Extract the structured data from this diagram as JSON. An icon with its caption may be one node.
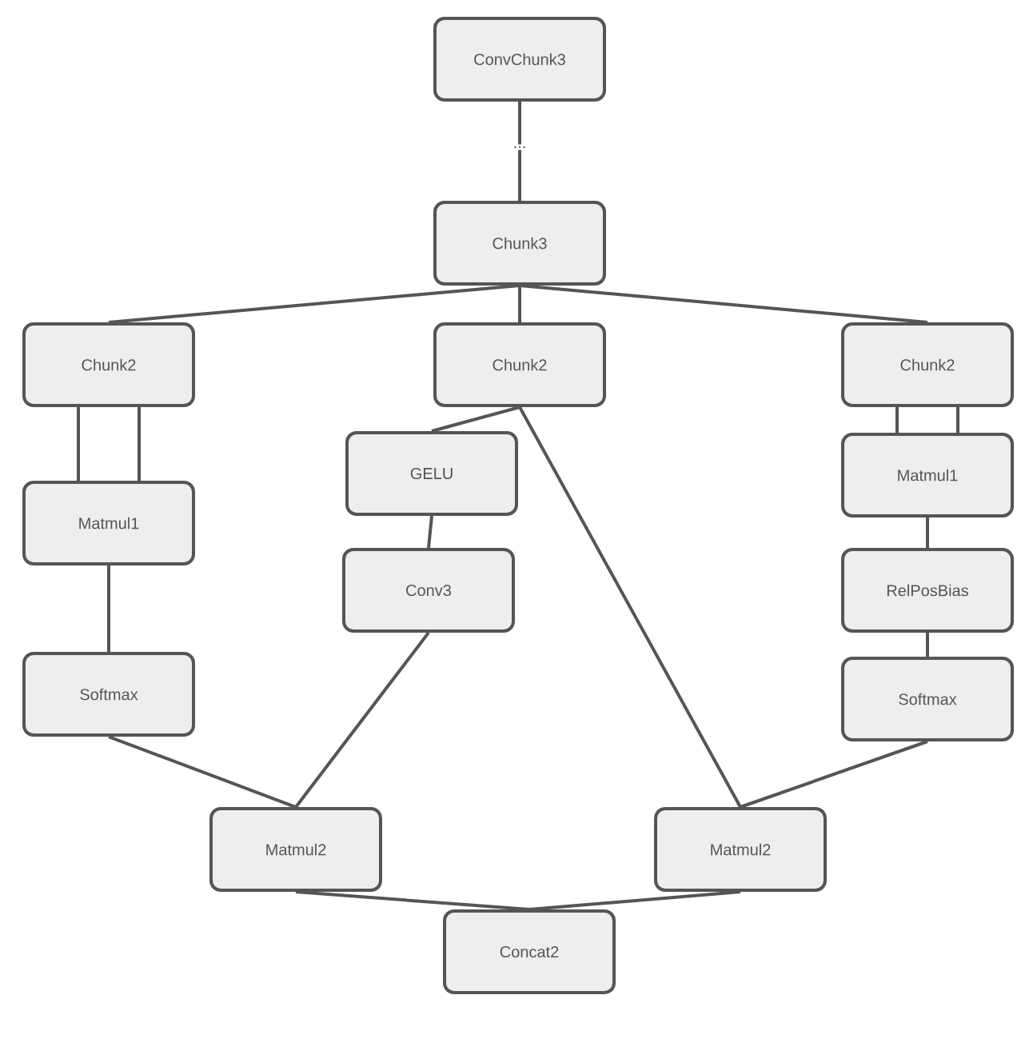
{
  "diagram": {
    "nodes": [
      {
        "text": [
          "ConvChunk3"
        ]
      },
      {
        "text": [
          "..."
        ]
      },
      {
        "text": [
          "Chunk3"
        ]
      },
      {
        "text": [
          "Chunk2"
        ]
      },
      {
        "text": [
          "Chunk2"
        ]
      },
      {
        "text": [
          "Chunk2"
        ]
      },
      {
        "text": [
          "Matmul1"
        ]
      },
      {
        "text": [
          "GELU"
        ]
      },
      {
        "text": [
          "Matmul1"
        ]
      },
      {
        "text": [
          "Conv3"
        ]
      },
      {
        "text": [
          "RelPosBias"
        ]
      },
      {
        "text": [
          "Softmax"
        ]
      },
      {
        "text": [
          "Softmax"
        ]
      },
      {
        "text": [
          "Matmul2"
        ]
      },
      {
        "text": [
          "Matmul2"
        ]
      },
      {
        "text": [
          "Concat2"
        ]
      }
    ],
    "edges": [
      {
        "from": 0,
        "to": 1,
        "arrow": "none"
      },
      {
        "from": 1,
        "to": 2,
        "arrow": "none"
      },
      {
        "from": 2,
        "to": 3,
        "arrow": "none"
      },
      {
        "from": 2,
        "to": 4,
        "arrow": "none"
      },
      {
        "from": 2,
        "to": 5,
        "arrow": "none"
      },
      {
        "from": 3,
        "to": 6,
        "arrow": "none"
      },
      {
        "from": 3,
        "to": 6,
        "arrow": "none"
      },
      {
        "from": 4,
        "to": 7,
        "arrow": "none"
      },
      {
        "from": 4,
        "to": 14,
        "arrow": "none"
      },
      {
        "from": 5,
        "to": 8,
        "arrow": "none"
      },
      {
        "from": 5,
        "to": 8,
        "arrow": "none"
      },
      {
        "from": 7,
        "to": 9,
        "arrow": "none"
      },
      {
        "from": 8,
        "to": 10,
        "arrow": "none"
      },
      {
        "from": 6,
        "to": 11,
        "arrow": "none"
      },
      {
        "from": 10,
        "to": 12,
        "arrow": "none"
      },
      {
        "from": 11,
        "to": 13,
        "arrow": "none"
      },
      {
        "from": 9,
        "to": 13,
        "arrow": "none"
      },
      {
        "from": 12,
        "to": 14,
        "arrow": "none"
      },
      {
        "from": 13,
        "to": 15,
        "arrow": "none"
      },
      {
        "from": 14,
        "to": 15,
        "arrow": "none"
      }
    ]
  }
}
